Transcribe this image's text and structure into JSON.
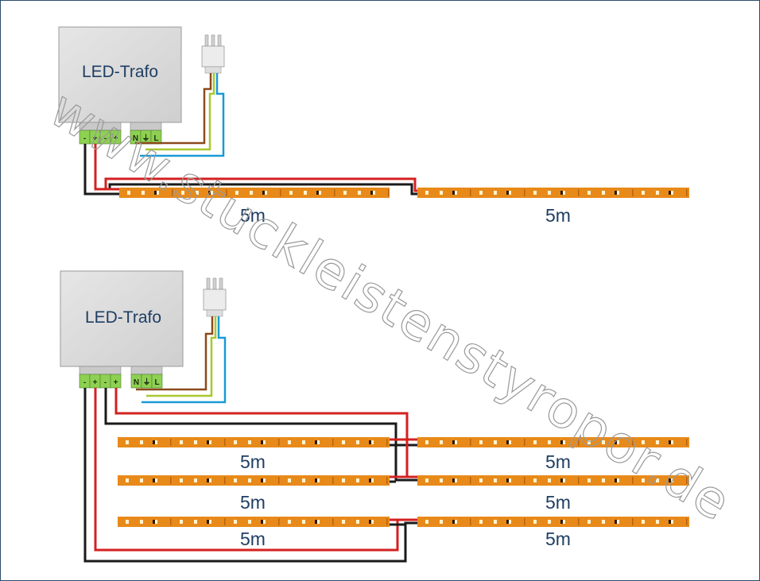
{
  "diagrams": [
    {
      "trafo_label": "LED-Trafo",
      "terminals_out": [
        "-",
        "+",
        "-",
        "+"
      ],
      "terminals_in": [
        "N",
        "⏚",
        "L"
      ],
      "strip_labels": [
        "5m",
        "5m"
      ]
    },
    {
      "trafo_label": "LED-Trafo",
      "terminals_out": [
        "-",
        "+",
        "-",
        "+"
      ],
      "terminals_in": [
        "N",
        "⏚",
        "L"
      ],
      "rows": [
        {
          "labels": [
            "5m",
            "5m"
          ]
        },
        {
          "labels": [
            "5m",
            "5m"
          ]
        },
        {
          "labels": [
            "5m",
            "5m"
          ]
        }
      ]
    }
  ],
  "watermark": "www.stuckleistenstyropor.de",
  "colors": {
    "strip": "#e88a1a",
    "wire_positive": "#d42020",
    "wire_negative": "#1a1a1a",
    "wire_brown": "#8b4a1c",
    "wire_green_yellow": "#a8c830",
    "wire_blue": "#1a9ad6",
    "terminal": "#8ed152",
    "trafo_fill": "#dcdcdc"
  }
}
